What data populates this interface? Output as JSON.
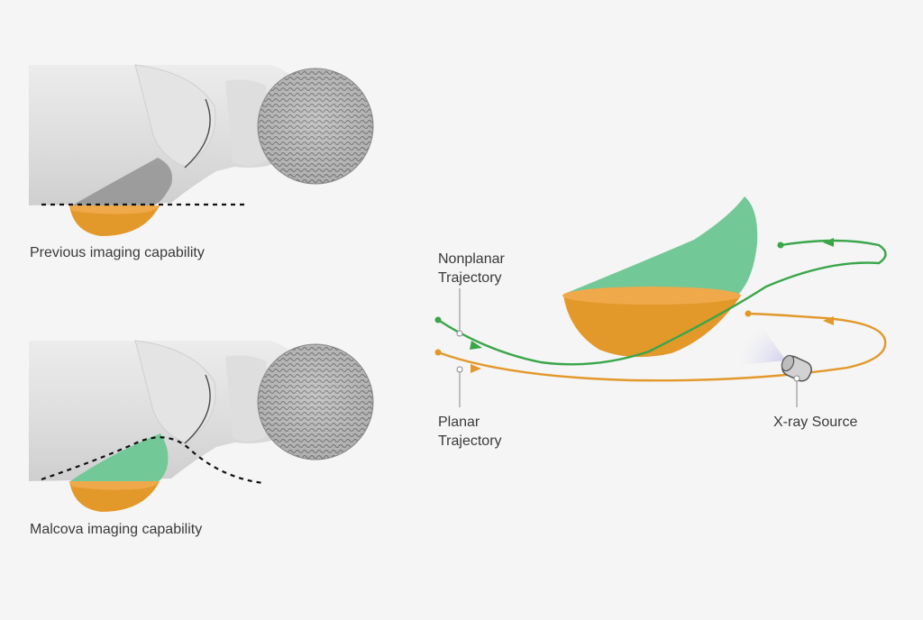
{
  "panels": {
    "previous_caption": "Previous imaging capability",
    "malcova_caption": "Malcova imaging capability"
  },
  "diagram": {
    "nonplanar_label_line1": "Nonplanar",
    "nonplanar_label_line2": "Trajectory",
    "planar_label_line1": "Planar",
    "planar_label_line2": "Trajectory",
    "xray_source_label": "X-ray Source"
  },
  "colors": {
    "background": "#f4f5f4",
    "orange": "#e3982a",
    "orange_light": "#efa94a",
    "green": "#72c896",
    "green_line": "#3aa64a",
    "body_gray": "#d9d9d9",
    "text": "#3a3a3a"
  }
}
